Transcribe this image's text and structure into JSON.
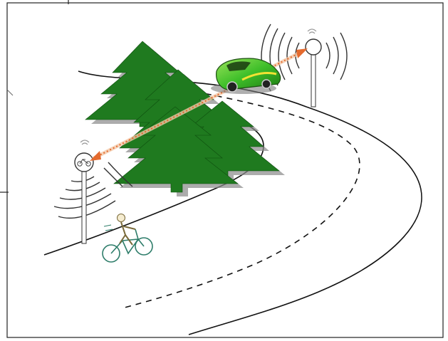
{
  "scene": {
    "subjects": [
      "road",
      "trees",
      "roadside-unit-right",
      "roadside-unit-left",
      "car",
      "cyclist",
      "communication-link"
    ],
    "colors": {
      "tree_fill": "#1f7a1f",
      "tree_shadow": "#8a8a8a",
      "road_line": "#111111",
      "link_dots": "#e46a2e",
      "link_glow": "#f3c9a8",
      "car_body": "#3fbf2a",
      "car_accent": "#f2e233",
      "bike_frame": "#2e7d6a",
      "wave": "#333333"
    },
    "icons": {
      "left_unit_symbol": "bicycle-icon",
      "unit_top_symbol": "wifi-icon"
    }
  }
}
